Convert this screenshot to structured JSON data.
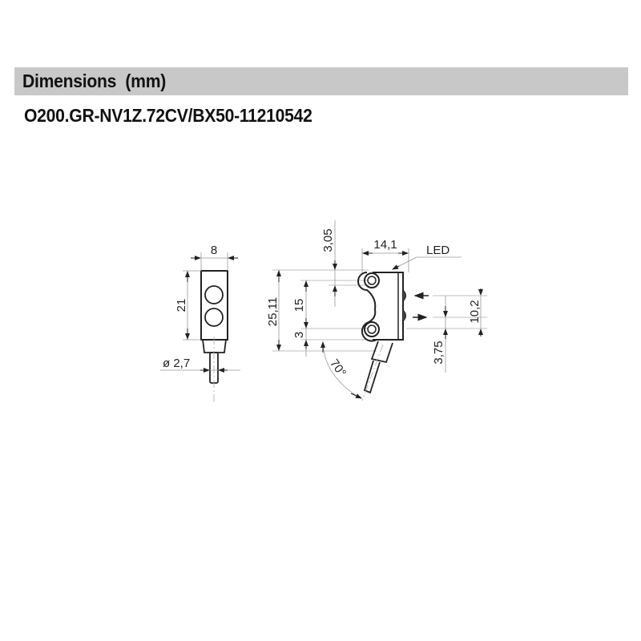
{
  "header": {
    "title": "Dimensions  (mm)",
    "background_color": "#c8c8c8"
  },
  "model": {
    "code": "O200.GR-NV1Z.72CV/BX50-11210542"
  },
  "front_view": {
    "width_label": "8",
    "height_label": "21",
    "cable_diameter_label": "ø 2,7"
  },
  "side_view": {
    "total_height_label": "25,11",
    "hole_spacing_label": "15",
    "bottom_offset_label": "3",
    "top_offset_label": "3,05",
    "depth_label": "14,1",
    "led_label": "LED",
    "optical_axis_spacing_label": "10,2",
    "optical_axis_offset_label": "3,75",
    "cable_angle_label": "70°"
  }
}
